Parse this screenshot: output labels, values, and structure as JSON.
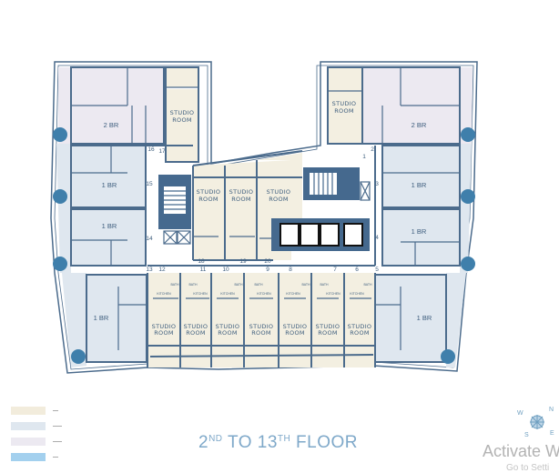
{
  "plan": {
    "title_parts": {
      "a": "2",
      "a_sup": "ND",
      "b": " TO 13",
      "b_sup": "TH",
      "c": " FLOOR"
    },
    "unit_labels": {
      "studio_1": "STUDIO",
      "studio_2": "ROOM",
      "one_br": "1 BR",
      "two_br": "2 BR",
      "kitchen": "KITCHEN",
      "bath": "BATH",
      "dash": "-----"
    },
    "unit_numbers": {
      "n1": "1",
      "n2": "2",
      "n3": "3",
      "n4": "4",
      "n5": "5",
      "n6": "6",
      "n7": "7",
      "n8": "8",
      "n9": "9",
      "n10": "10",
      "n11": "11",
      "n12": "12",
      "n13": "13",
      "n14": "14",
      "n15": "15",
      "n16": "16",
      "n17": "17",
      "n18": "18",
      "n19": "19",
      "n20": "20"
    },
    "colors": {
      "studio": "#f3efe1",
      "one_br": "#dfe7ef",
      "two_br": "#ece9f1",
      "balcony": "#a3d0ee",
      "walls": "#4b6b8c"
    }
  },
  "legend": [
    {
      "color": "#f2ecdc",
      "label": "---"
    },
    {
      "color": "#dfe7ef",
      "label": "-----"
    },
    {
      "color": "#ece9f1",
      "label": "-----"
    },
    {
      "color": "#a3d0ee",
      "label": "---"
    }
  ],
  "compass": {
    "w": "W",
    "n": "N",
    "s": "S",
    "e": "E"
  },
  "watermark": {
    "line1": "Activate W",
    "line2": "Go to Setti"
  }
}
